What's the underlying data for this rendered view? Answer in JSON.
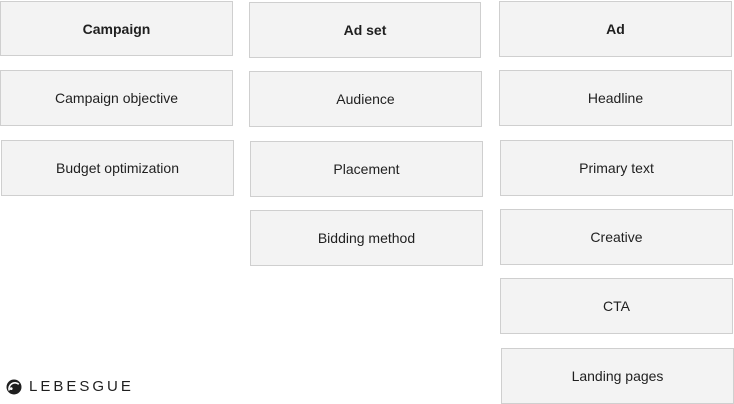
{
  "columns": [
    {
      "header": "Campaign",
      "items": [
        "Campaign objective",
        "Budget optimization"
      ]
    },
    {
      "header": "Ad set",
      "items": [
        "Audience",
        "Placement",
        "Bidding method"
      ]
    },
    {
      "header": "Ad",
      "items": [
        "Headline",
        "Primary text",
        "Creative",
        "CTA",
        "Landing pages"
      ]
    }
  ],
  "logo": {
    "text": "LEBESGUE",
    "icon": "lebesgue-logo-icon"
  }
}
